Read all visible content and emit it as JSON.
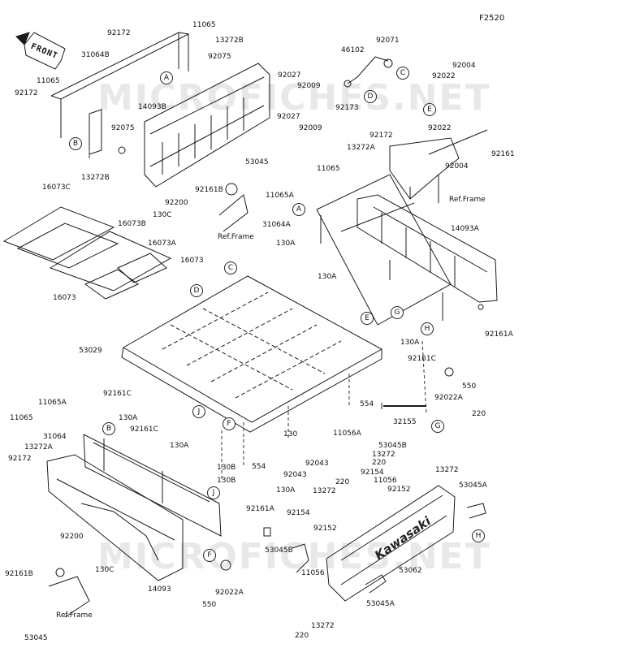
{
  "figure_code": "F2520",
  "direction_label": "FRONT",
  "watermark": "MICROFICHES.NET",
  "brand_marking": "Kawasaki",
  "part_labels": {
    "l11065_top": "11065",
    "l92172_top": "92172",
    "l13272B_top": "13272B",
    "l31064B": "31064B",
    "l92075_top": "92075",
    "l11065_left": "11065",
    "l92172_left": "92172",
    "l14093B": "14093B",
    "l92075_mid": "92075",
    "l13272B_bot": "13272B",
    "l46102": "46102",
    "l92071": "92071",
    "l92027_a": "92027",
    "l92009_a": "92009",
    "l92173": "92173",
    "l92004_top": "92004",
    "l92022_top": "92022",
    "l92027_b": "92027",
    "l92009_b": "92009",
    "l92172_mid": "92172",
    "l13272A_mid": "13272A",
    "l92022_mid": "92022",
    "l92161": "92161",
    "l92004_mid": "92004",
    "l11065_mid": "11065",
    "l53045_mid": "53045",
    "l92161B_mid": "92161B",
    "l92200_mid": "92200",
    "l130C_mid": "130C",
    "l11065A_mid": "11065A",
    "l31064A": "31064A",
    "l16073C": "16073C",
    "l16073B": "16073B",
    "l16073A": "16073A",
    "l16073_a": "16073",
    "l16073_b": "16073",
    "l130A_1": "130A",
    "l14093A": "14093A",
    "l130A_2": "130A",
    "l130A_3": "130A",
    "l92161A_r": "92161A",
    "l53029": "53029",
    "l92161C_1": "92161C",
    "l550_r": "550",
    "l92161C_2": "92161C",
    "l92022A_r": "92022A",
    "l554_r": "554",
    "l11065A_l": "11065A",
    "l11065_l": "11065",
    "l130A_4": "130A",
    "l92161C_3": "92161C",
    "l31064": "31064",
    "l13272A_l": "13272A",
    "l130A_5": "130A",
    "l92172_l": "92172",
    "l11056A": "11056A",
    "l32155": "32155",
    "l130": "130",
    "l554_m": "554",
    "l130B_1": "130B",
    "l130B_2": "130B",
    "l92043_1": "92043",
    "l92043_2": "92043",
    "l220_r": "220",
    "l53045B_r": "53045B",
    "l13272_r1": "13272",
    "l220_r2": "220",
    "l13272_r2": "13272",
    "l92154_r": "92154",
    "l11056_r": "11056",
    "l92152_r": "92152",
    "l53045A_r": "53045A",
    "l130A_6": "130A",
    "l92161A_m": "92161A",
    "l13272_m": "13272",
    "l220_m": "220",
    "l92154_m": "92154",
    "l92152_m": "92152",
    "l92200_l": "92200",
    "l130C_l": "130C",
    "l14093": "14093",
    "l53045B_m": "53045B",
    "l11056_m": "11056",
    "l53062": "53062",
    "l92161B_l": "92161B",
    "l550_b": "550",
    "l92022A_b": "92022A",
    "l53045A_b": "53045A",
    "l53045_b": "53045",
    "l220_b": "220",
    "l13272_b": "13272"
  },
  "reference_labels": {
    "ref1": "Ref.Frame",
    "ref2": "Ref.Frame",
    "ref3": "Ref.Frame"
  },
  "callout_letters": {
    "A1": "A",
    "B1": "B",
    "C1": "C",
    "D1": "D",
    "E1": "E",
    "A2": "A",
    "C2": "C",
    "D2": "D",
    "E2": "E",
    "G1": "G",
    "H1": "H",
    "J1": "J",
    "F1": "F",
    "B2": "B",
    "J2": "J",
    "G2": "G",
    "F2": "F",
    "H2": "H"
  }
}
